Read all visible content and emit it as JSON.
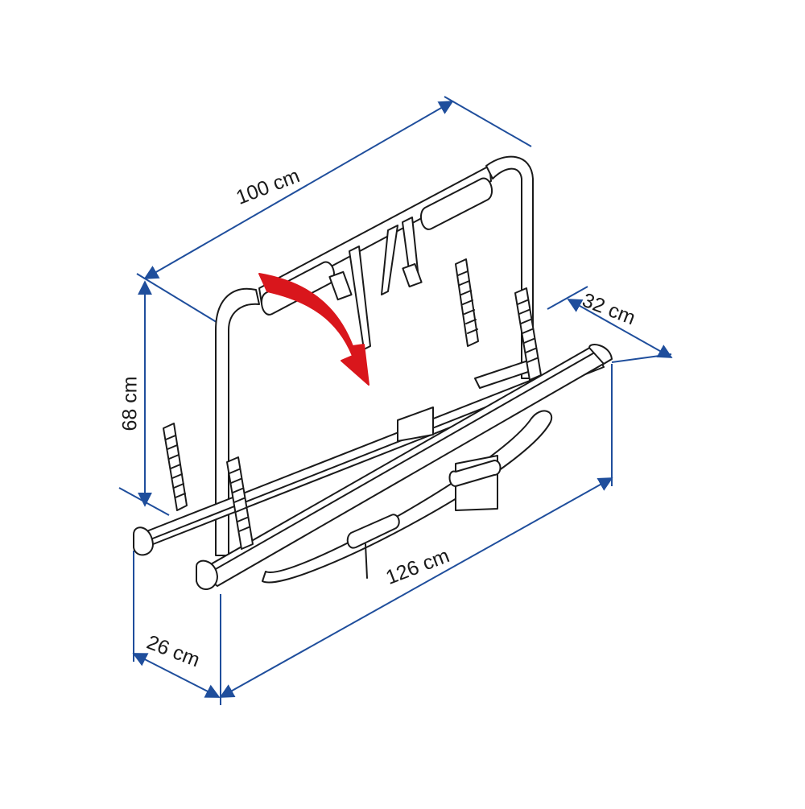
{
  "diagram": {
    "accent_color": "#d9161c",
    "dimension_color": "#1f4e9c",
    "outline_color": "#1a1a1a",
    "dimensions": {
      "width_top": "100 cm",
      "height": "68 cm",
      "depth_top": "32 cm",
      "width_bottom": "126 cm",
      "depth_bottom": "26 cm"
    },
    "icons": {
      "fold_arrow": "curved-arrow-down-icon"
    }
  }
}
